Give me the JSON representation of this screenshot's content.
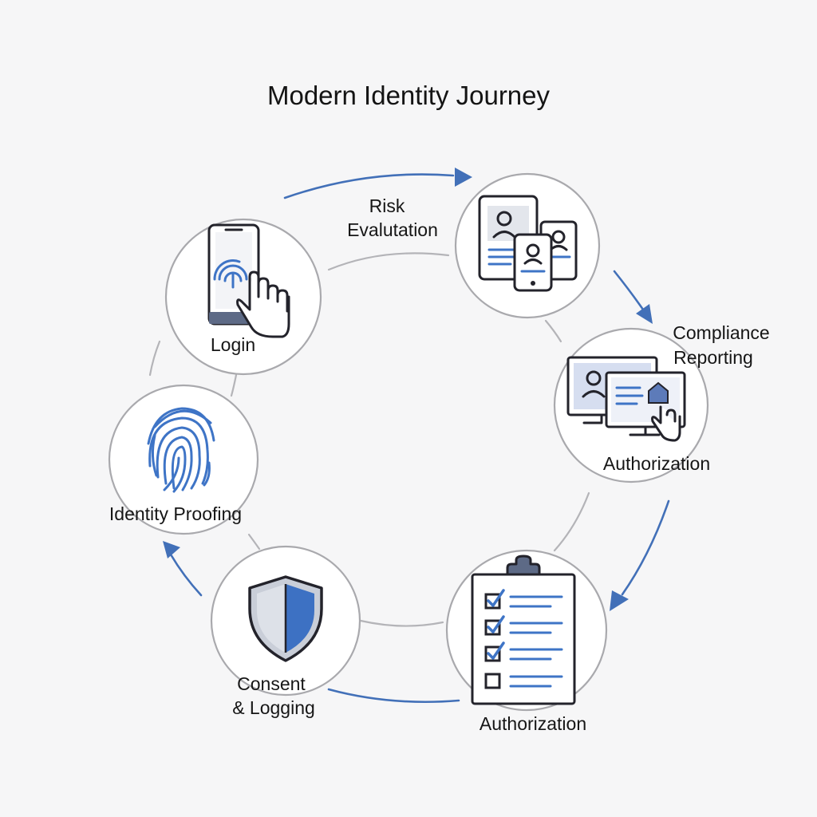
{
  "title": "Modern Identity Journey",
  "steps": {
    "login": {
      "label": "Login",
      "icon": "phone-fingerprint-tap-icon"
    },
    "risk": {
      "label_line1": "Risk",
      "label_line2": "Evalutation",
      "icon": "multi-device-profile-icon"
    },
    "compliance": {
      "label_line1": "Compliance",
      "label_line2": "Reporting"
    },
    "monitor_auth": {
      "label": "Authorization",
      "icon": "monitor-touch-icon"
    },
    "checklist_auth": {
      "label": "Authorization",
      "icon": "checklist-clipboard-icon"
    },
    "consent": {
      "label_line1": "Consent",
      "label_line2": "& Logging",
      "icon": "shield-icon"
    },
    "proofing": {
      "label": "Identity Proofing",
      "icon": "fingerprint-icon"
    }
  },
  "colors": {
    "accent": "#4270b8",
    "ink": "#23232b",
    "background": "#f6f6f7",
    "circle_border": "#a9a9ad"
  }
}
